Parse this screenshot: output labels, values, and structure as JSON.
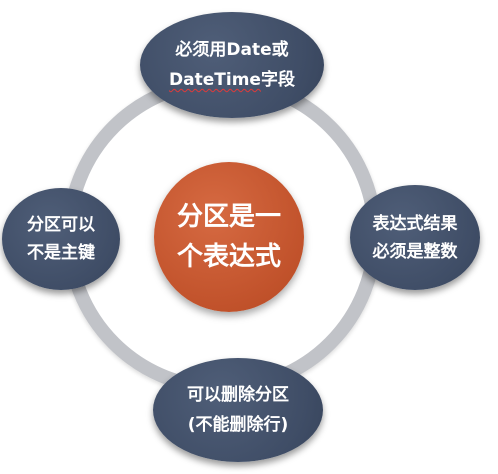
{
  "center": {
    "line1": "分区是一",
    "line2": "个表达式"
  },
  "nodes": {
    "top": {
      "line1": "必须用Date或",
      "line2_underlined": "DateTime",
      "line2_rest": "字段"
    },
    "left": {
      "line1": "分区可以",
      "line2": "不是主键"
    },
    "right": {
      "line1": "表达式结果",
      "line2": "必须是整数"
    },
    "bottom": {
      "line1": "可以删除分区",
      "line2": "(不能删除行)"
    }
  },
  "colors": {
    "center_fill": "#c1522b",
    "node_fill": "#3f4d66",
    "ring": "#c1c3c8",
    "text": "#ffffff",
    "spellcheck_underline": "#e03a3a"
  }
}
